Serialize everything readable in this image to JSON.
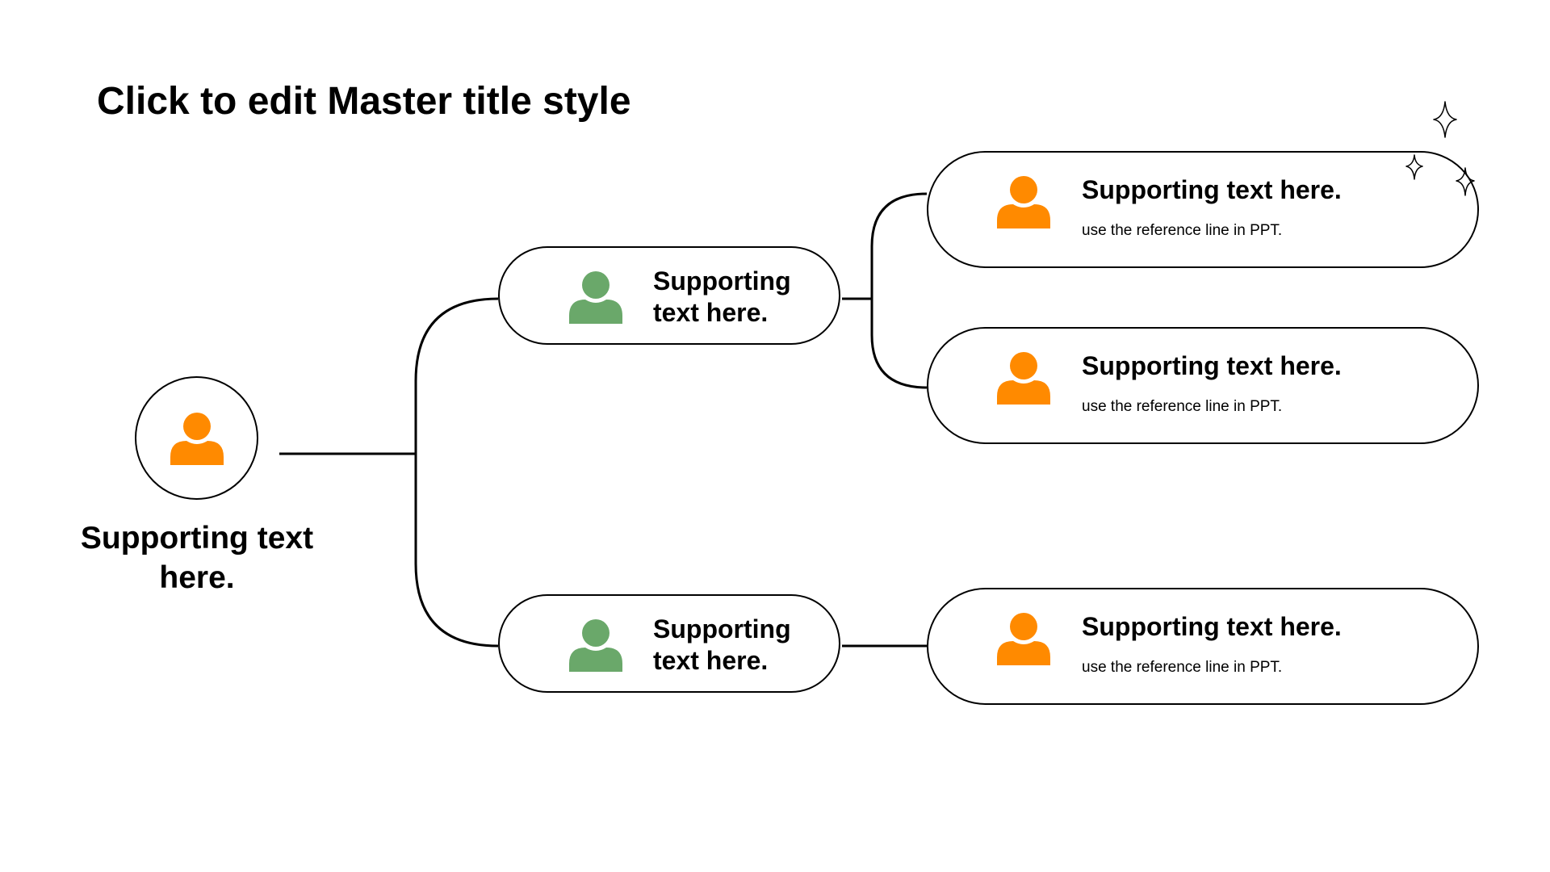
{
  "title": "Click to edit Master title style",
  "colors": {
    "accent_primary": "#FF8A00",
    "accent_secondary": "#6AA86A",
    "stroke": "#000000",
    "background": "#FFFFFF"
  },
  "root": {
    "label": "Supporting text here.",
    "icon": "person-icon",
    "icon_color": "#FF8A00"
  },
  "branches": [
    {
      "label": "Supporting text here.",
      "icon": "person-icon",
      "icon_color": "#6AA86A",
      "leaves": [
        {
          "title": "Supporting text here.",
          "subtitle": "use the reference line in PPT.",
          "icon": "person-icon",
          "icon_color": "#FF8A00"
        },
        {
          "title": "Supporting text here.",
          "subtitle": "use the reference line in PPT.",
          "icon": "person-icon",
          "icon_color": "#FF8A00"
        }
      ]
    },
    {
      "label": "Supporting text here.",
      "icon": "person-icon",
      "icon_color": "#6AA86A",
      "leaves": [
        {
          "title": "Supporting text here.",
          "subtitle": "use the reference line in PPT.",
          "icon": "person-icon",
          "icon_color": "#FF8A00"
        }
      ]
    }
  ],
  "decoration": {
    "icon": "sparkle-icon"
  }
}
